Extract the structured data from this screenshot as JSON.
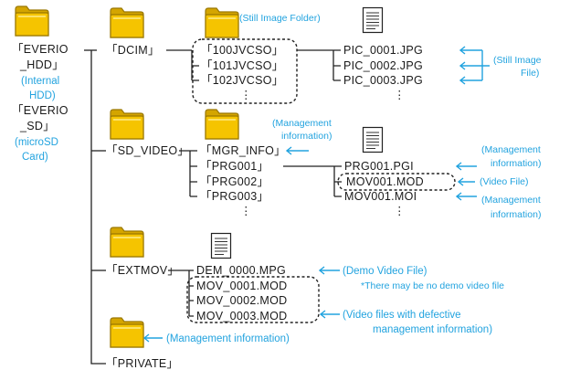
{
  "root": {
    "internal_name_lines": [
      "「EVERIO",
      "_HDD」"
    ],
    "internal_note_lines": [
      "(Internal",
      "HDD)"
    ],
    "sd_name_lines": [
      "「EVERIO",
      "_SD」"
    ],
    "sd_note_lines": [
      "(microSD",
      "Card)"
    ]
  },
  "folders": {
    "dcim": "「DCIM」",
    "sd_video": "「SD_VIDEO」",
    "extmov": "「EXTMOV」",
    "private": "「PRIVATE」"
  },
  "dcim_subfolders": [
    "「100JVCSO」",
    "「101JVCSO」",
    "「102JVCSO」"
  ],
  "still_image_folder_note": "(Still Image Folder)",
  "still_files": [
    "PIC_0001.JPG",
    "PIC_0002.JPG",
    "PIC_0003.JPG"
  ],
  "still_file_note_lines": [
    "(Still Image",
    "File)"
  ],
  "sd_video_subfolders": [
    "「MGR_INFO」",
    "「PRG001」",
    "「PRG002」",
    "「PRG003」"
  ],
  "mgr_info_note_lines": [
    "(Management",
    "information)"
  ],
  "prg_files": [
    "PRG001.PGI",
    "MOV001.MOD",
    "MOV001.MOI"
  ],
  "prg_file_notes": {
    "pgi_lines": [
      "(Management",
      "information)"
    ],
    "mod": "(Video File)",
    "moi_lines": [
      "(Management",
      "information)"
    ]
  },
  "extmov_files": [
    "DEM_0000.MPG",
    "MOV_0001.MOD",
    "MOV_0002.MOD",
    "MOV_0003.MOD"
  ],
  "demo_note": "(Demo Video File)",
  "demo_footnote": "*There may be no demo video file",
  "defective_note_lines": [
    "(Video files with defective",
    "management information)"
  ],
  "private_note": "(Management information)",
  "ellipsis": "⋮",
  "colors": {
    "accent": "#22a3df",
    "folder_fill": "#f5c400",
    "folder_stroke": "#9a7800",
    "line": "#222222"
  },
  "icons": [
    "folder-icon",
    "document-icon",
    "arrow-left-icon"
  ]
}
